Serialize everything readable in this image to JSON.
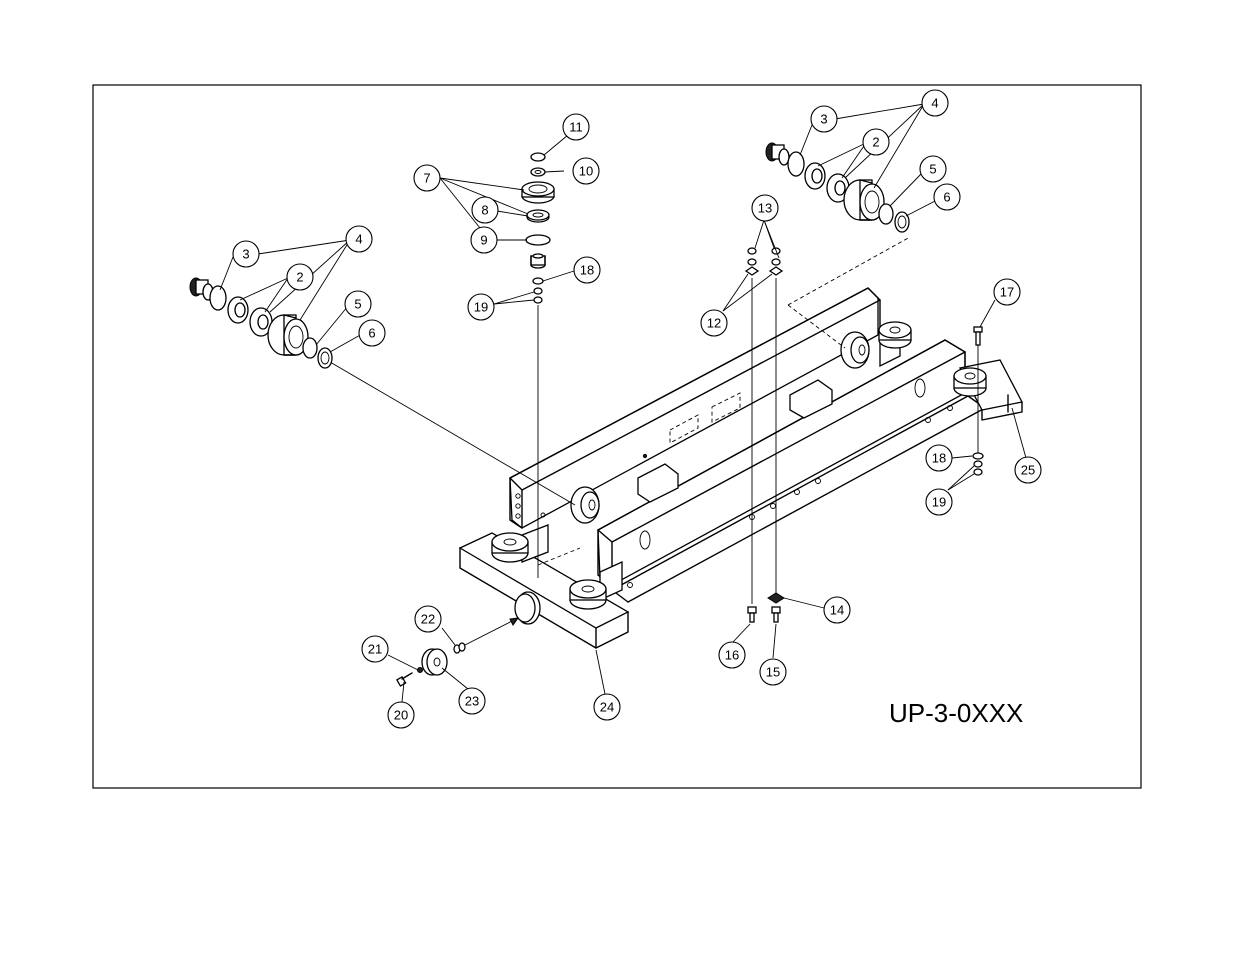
{
  "drawing": {
    "number": "UP-3-0XXX"
  },
  "callouts": [
    "2",
    "2",
    "3",
    "3",
    "4",
    "4",
    "5",
    "5",
    "6",
    "6",
    "7",
    "8",
    "9",
    "10",
    "11",
    "12",
    "13",
    "14",
    "15",
    "16",
    "17",
    "18",
    "18",
    "19",
    "19",
    "20",
    "21",
    "22",
    "23",
    "24",
    "25"
  ]
}
